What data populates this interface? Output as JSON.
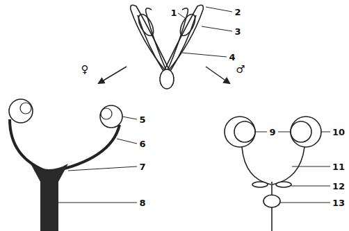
{
  "diagram": {
    "labels": [
      "1",
      "2",
      "3",
      "4",
      "♀",
      "♂",
      "5",
      "6",
      "7",
      "8",
      "9",
      "10",
      "11",
      "12",
      "13"
    ]
  }
}
